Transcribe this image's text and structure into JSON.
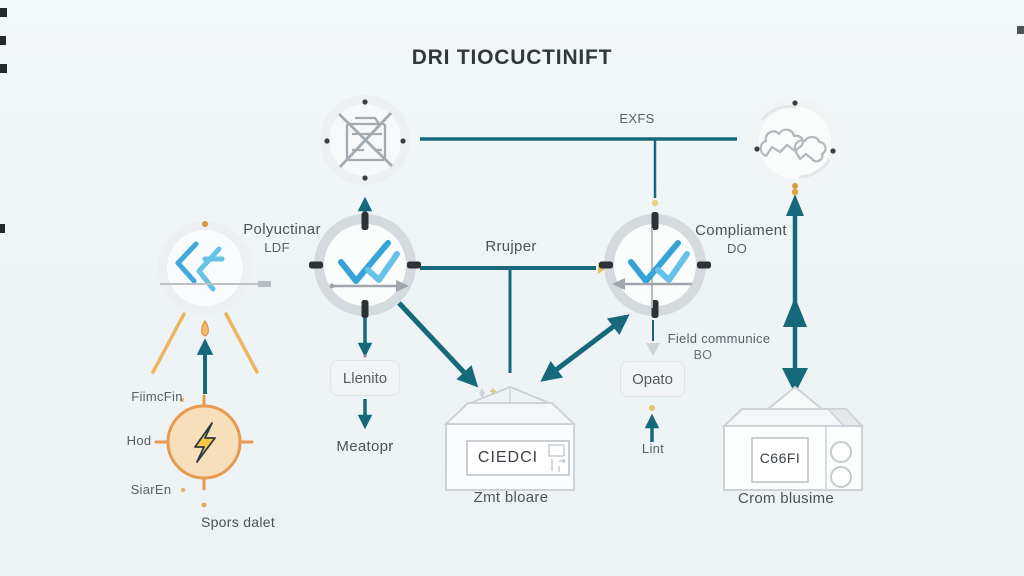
{
  "title": "DRI TIOCUCTINIFT",
  "colors": {
    "teal": "#16697a",
    "orange": "#e89b4e",
    "blue_check": "#3fa8dc",
    "blue_check_light": "#65c3e8",
    "lightning_yellow": "#f6c945",
    "icon_gray": "#a8aeb4",
    "background": "#eff4f6"
  },
  "icons": {
    "top_center": "crossed-device-icon",
    "top_right": "molecule-icon",
    "left_node": "code-chevrons-icon",
    "center_node": "double-check-icon",
    "right_node": "double-check-icon",
    "energy_node": "lightning-bolt-icon"
  },
  "labels": {
    "exfs": "EXFS",
    "rrujper": "Rrujper",
    "polyuctinar": "Polyuctinar",
    "polyuctinar_sub": "LDF",
    "compliament": "Compliament",
    "compliament_sub": "DO",
    "field_communice": "Field communice",
    "field_communice_sub": "BO",
    "fiimcfin": "FiimcFin",
    "hod": "Hod",
    "siaren": "SiarEn",
    "spors_dalet": "Spors dalet",
    "llenito": "Llenito",
    "meatopr": "Meatopr",
    "opato": "Opato",
    "lint": "Lint",
    "ciedci": "CIEDCI",
    "zmt_bloare": "Zmt bloare",
    "c66fi": "C66FI",
    "crom_blusime": "Crom blusime"
  }
}
